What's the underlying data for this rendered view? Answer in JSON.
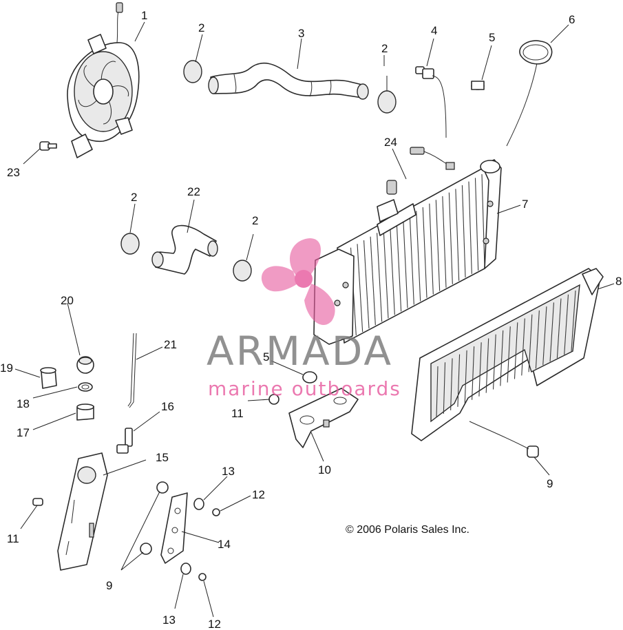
{
  "callouts": {
    "c1": "1",
    "c2a": "2",
    "c2b": "2",
    "c2c": "2",
    "c2d": "2",
    "c3": "3",
    "c4": "4",
    "c5a": "5",
    "c5b": "5",
    "c6": "6",
    "c7": "7",
    "c8": "8",
    "c9a": "9",
    "c9b": "9",
    "c10": "10",
    "c11a": "11",
    "c11b": "11",
    "c12a": "12",
    "c12b": "12",
    "c13a": "13",
    "c13b": "13",
    "c14": "14",
    "c15": "15",
    "c16": "16",
    "c17": "17",
    "c18": "18",
    "c19": "19",
    "c20": "20",
    "c21": "21",
    "c22": "22",
    "c23": "23",
    "c24": "24"
  },
  "watermark": {
    "brand": "ARMADA",
    "tagline": "marine outboards",
    "colors": {
      "pink": "#e75c9f",
      "gray": "#7a7a7a"
    }
  },
  "copyright": "© 2006 Polaris Sales Inc."
}
